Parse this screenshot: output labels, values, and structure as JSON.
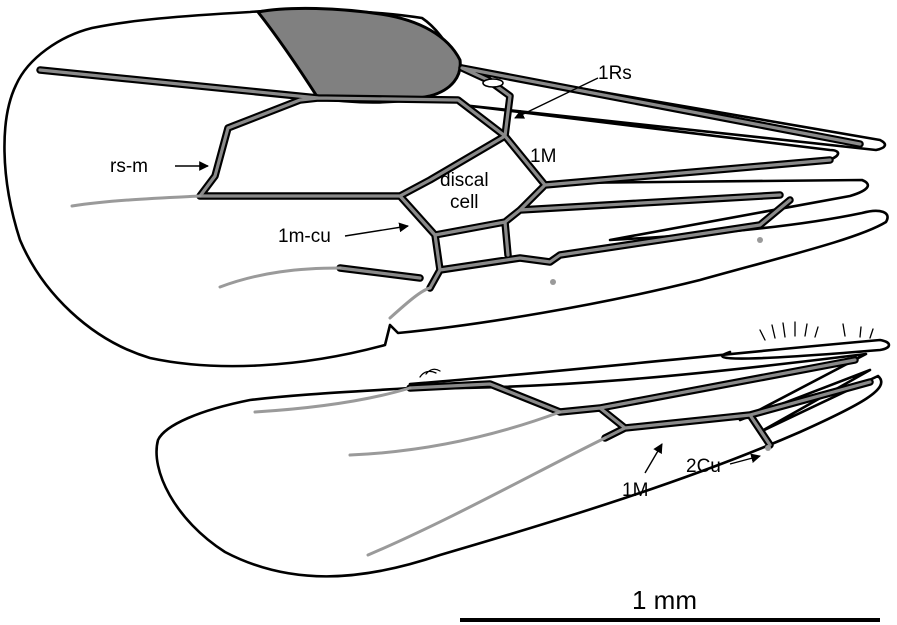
{
  "labels": {
    "rs_m": "rs-m",
    "one_rs": "1Rs",
    "one_m_fore": "1M",
    "discal_line1": "discal",
    "discal_line2": "cell",
    "one_m_cu": "1m-cu",
    "one_m_hind": "1M",
    "two_cu": "2Cu"
  },
  "scale_bar": {
    "label": "1 mm"
  },
  "colors": {
    "outline": "#000000",
    "vein_fill": "#8a8a8a",
    "stigma_fill": "#808080",
    "spectral_vein": "#9a9a9a",
    "background": "#ffffff"
  }
}
